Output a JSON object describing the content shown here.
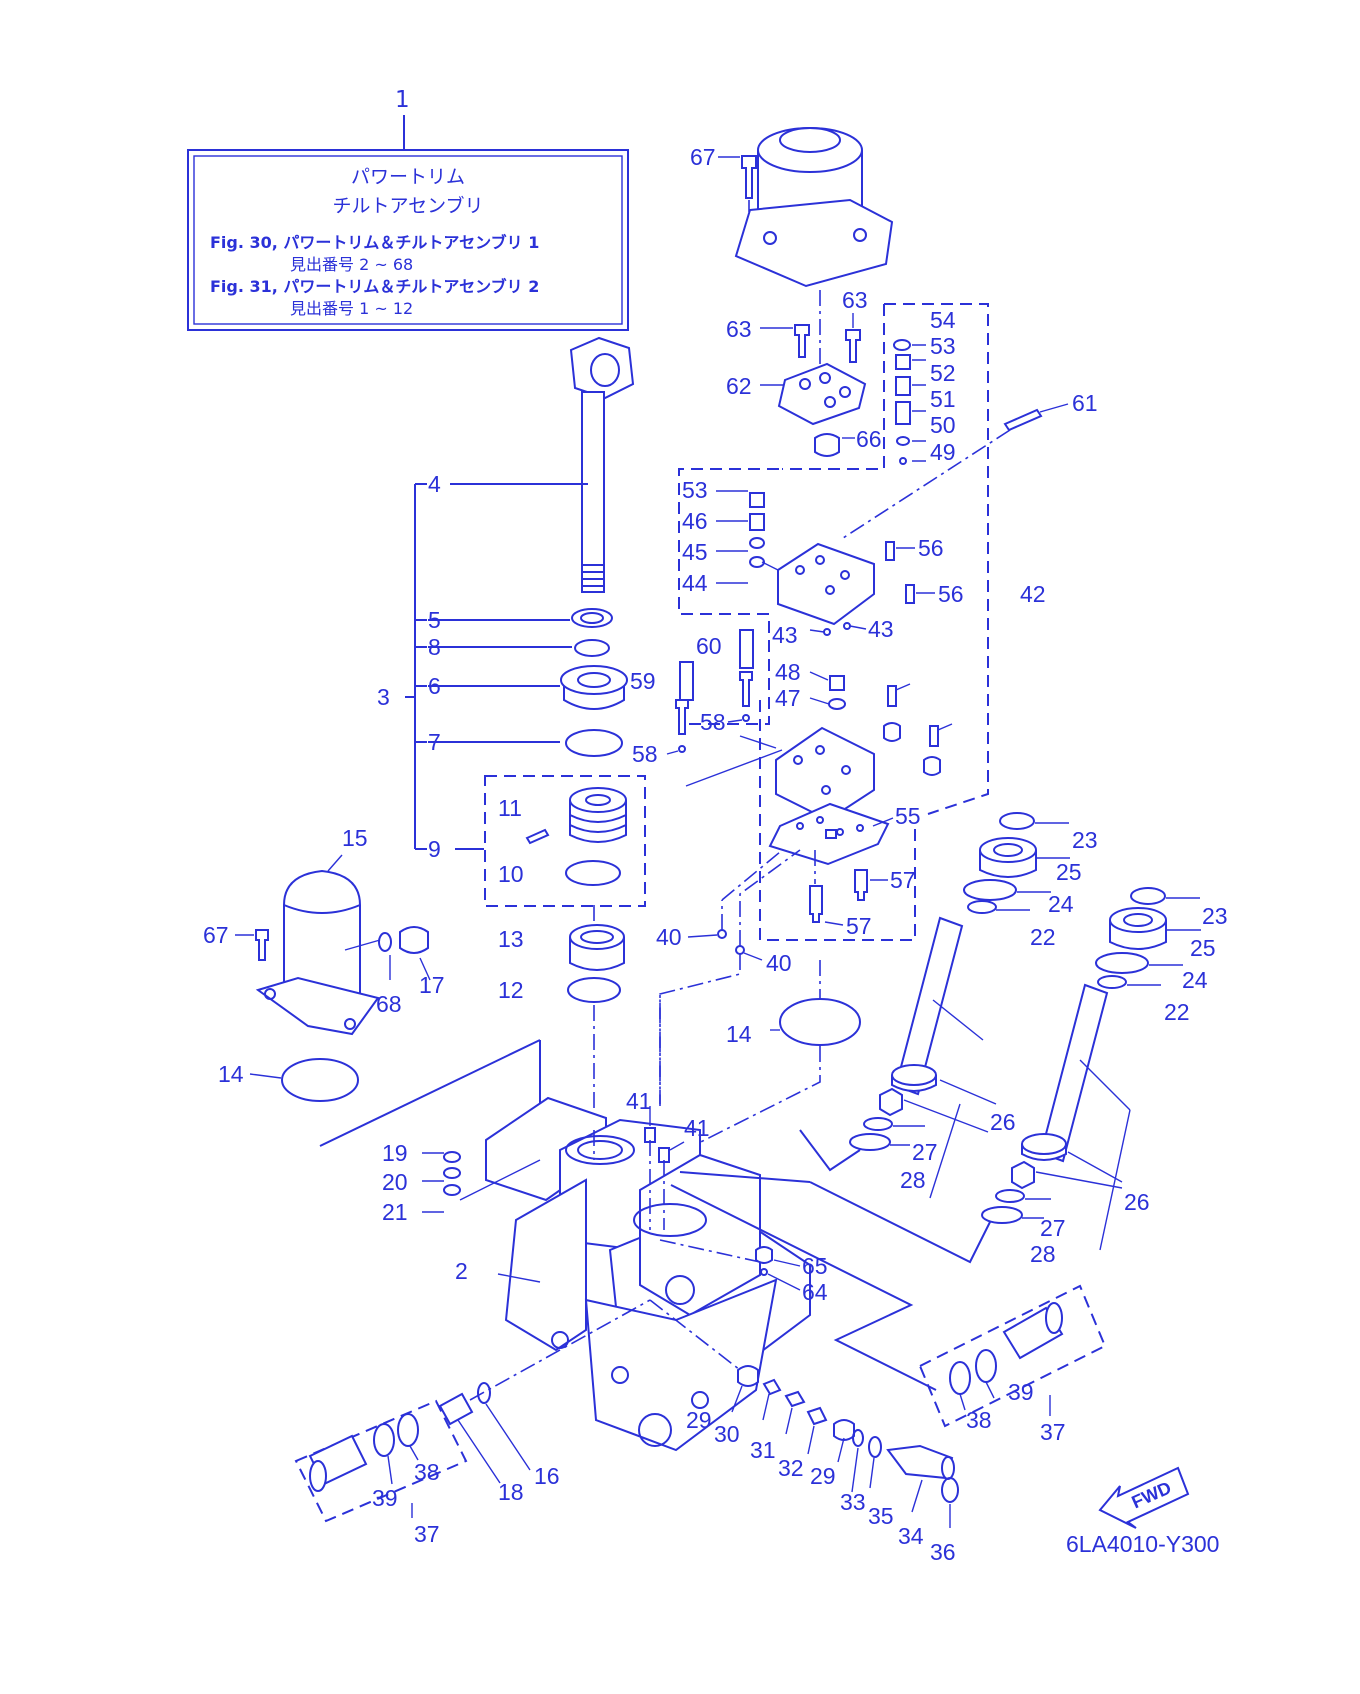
{
  "legend_box": {
    "ref": "1",
    "line1": "パワートリム",
    "line2": "チルトアセンブリ",
    "line3": "Fig. 30, パワートリム＆チルトアセンブリ 1",
    "line4": "見出番号 2 ~ 68",
    "line5": "Fig. 31, パワートリム＆チルトアセンブリ 2",
    "line6": "見出番号 1 ~ 12"
  },
  "callouts": {
    "c2": "2",
    "c3": "3",
    "c4": "4",
    "c5": "5",
    "c6": "6",
    "c7": "7",
    "c8": "8",
    "c9": "9",
    "c10": "10",
    "c11": "11",
    "c12": "12",
    "c13": "13",
    "c14a": "14",
    "c14b": "14",
    "c15": "15",
    "c16": "16",
    "c17": "17",
    "c18": "18",
    "c19": "19",
    "c20": "20",
    "c21": "21",
    "c22a": "22",
    "c22b": "22",
    "c23a": "23",
    "c23b": "23",
    "c24a": "24",
    "c24b": "24",
    "c25a": "25",
    "c25b": "25",
    "c26a": "26",
    "c26b": "26",
    "c27a": "27",
    "c27b": "27",
    "c28a": "28",
    "c28b": "28",
    "c29a": "29",
    "c29b": "29",
    "c30": "30",
    "c31": "31",
    "c32": "32",
    "c33": "33",
    "c34": "34",
    "c35": "35",
    "c36": "36",
    "c37a": "37",
    "c37b": "37",
    "c38a": "38",
    "c38b": "38",
    "c39a": "39",
    "c39b": "39",
    "c40a": "40",
    "c40b": "40",
    "c41a": "41",
    "c41b": "41",
    "c42": "42",
    "c43a": "43",
    "c43b": "43",
    "c44": "44",
    "c45": "45",
    "c46": "46",
    "c47": "47",
    "c48": "48",
    "c49": "49",
    "c50": "50",
    "c51": "51",
    "c52": "52",
    "c53a": "53",
    "c53b": "53",
    "c54": "54",
    "c55": "55",
    "c56a": "56",
    "c56b": "56",
    "c57a": "57",
    "c57b": "57",
    "c58a": "58",
    "c58b": "58",
    "c59": "59",
    "c60": "60",
    "c61": "61",
    "c62": "62",
    "c63a": "63",
    "c63b": "63",
    "c64": "64",
    "c65": "65",
    "c66": "66",
    "c67a": "67",
    "c67b": "67",
    "c68": "68"
  },
  "fwd_label": "FWD",
  "drawing_code": "6LA4010-Y300",
  "colors": {
    "line": "#2b31d8",
    "background": "#ffffff"
  }
}
